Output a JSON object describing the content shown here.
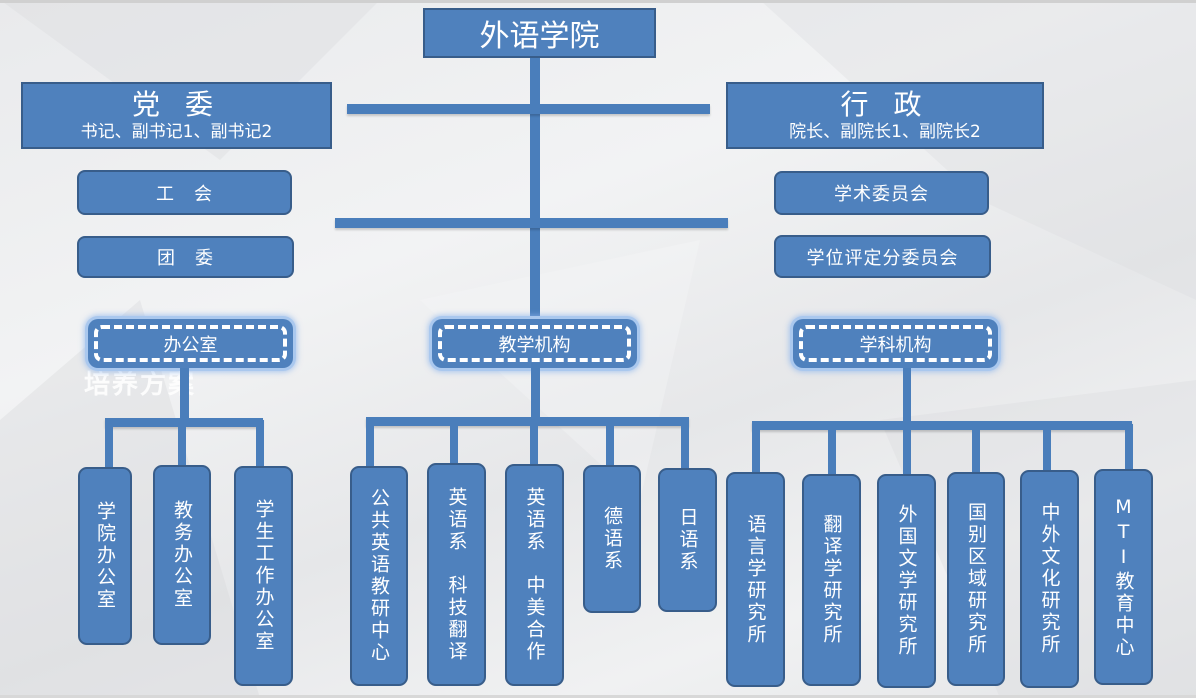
{
  "root": {
    "title": "外语学院"
  },
  "party": {
    "title": "党 委",
    "members": "书记、副书记1、副书记2"
  },
  "admin": {
    "title": "行 政",
    "members": "院长、副院长1、副院长2"
  },
  "left_units": [
    "工　会",
    "团　委"
  ],
  "right_units": [
    "学术委员会",
    "学位评定分委员会"
  ],
  "watermark": "培养方案",
  "groups": [
    {
      "label": "办公室",
      "children": [
        "学院办公室",
        "教务办公室",
        "学生工作办公室"
      ]
    },
    {
      "label": "教学机构",
      "children": [
        "公共英语教研中心",
        "英语系　科技翻译",
        "英语系　中美合作",
        "德语系",
        "日语系"
      ]
    },
    {
      "label": "学科机构",
      "children": [
        "语言学研究所",
        "翻译学研究所",
        "外国文学研究所",
        "国别区域研究所",
        "中外文化研究所",
        "MTI教育中心"
      ]
    }
  ],
  "colors": {
    "box_fill": "#4f81bd",
    "box_border": "#385d8a",
    "connector": "#4a7ebb"
  }
}
